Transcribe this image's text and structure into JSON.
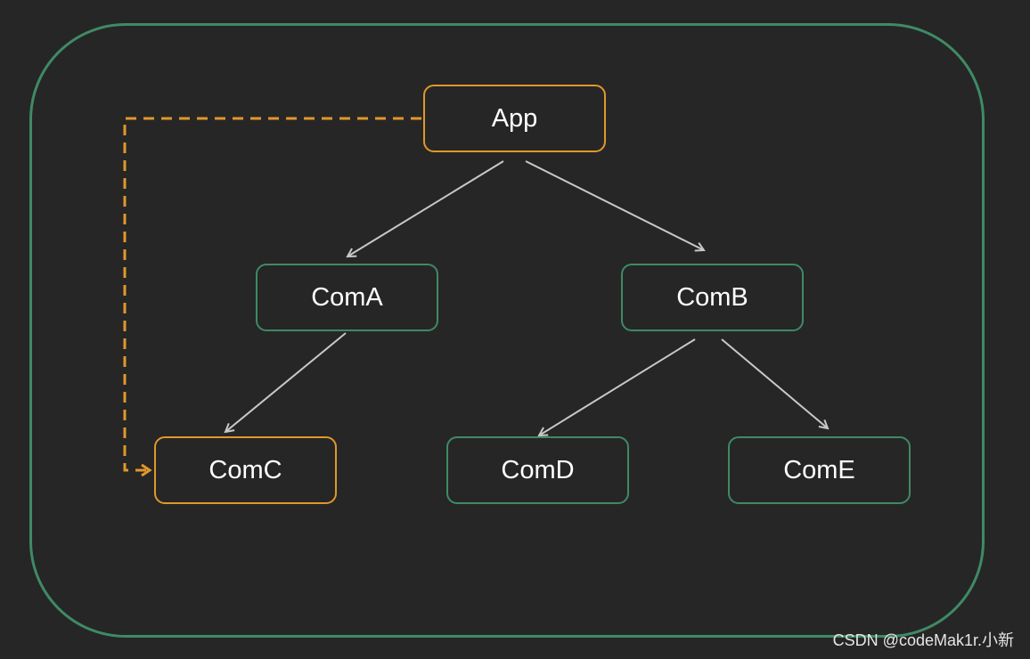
{
  "nodes": {
    "app": "App",
    "coma": "ComA",
    "comb": "ComB",
    "comc": "ComC",
    "comd": "ComD",
    "come": "ComE"
  },
  "edges": [
    {
      "from": "App",
      "to": "ComA",
      "style": "solid"
    },
    {
      "from": "App",
      "to": "ComB",
      "style": "solid"
    },
    {
      "from": "ComA",
      "to": "ComC",
      "style": "solid"
    },
    {
      "from": "ComB",
      "to": "ComD",
      "style": "solid"
    },
    {
      "from": "ComB",
      "to": "ComE",
      "style": "solid"
    },
    {
      "from": "App",
      "to": "ComC",
      "style": "dashed"
    }
  ],
  "highlighted_nodes": [
    "App",
    "ComC"
  ],
  "colors": {
    "background": "#262626",
    "frame": "#3f8a66",
    "node_border": "#3f8a66",
    "highlight": "#e0982a",
    "edge": "#c8c8c8",
    "text": "#ffffff"
  },
  "watermark": "CSDN @codeMak1r.小新"
}
